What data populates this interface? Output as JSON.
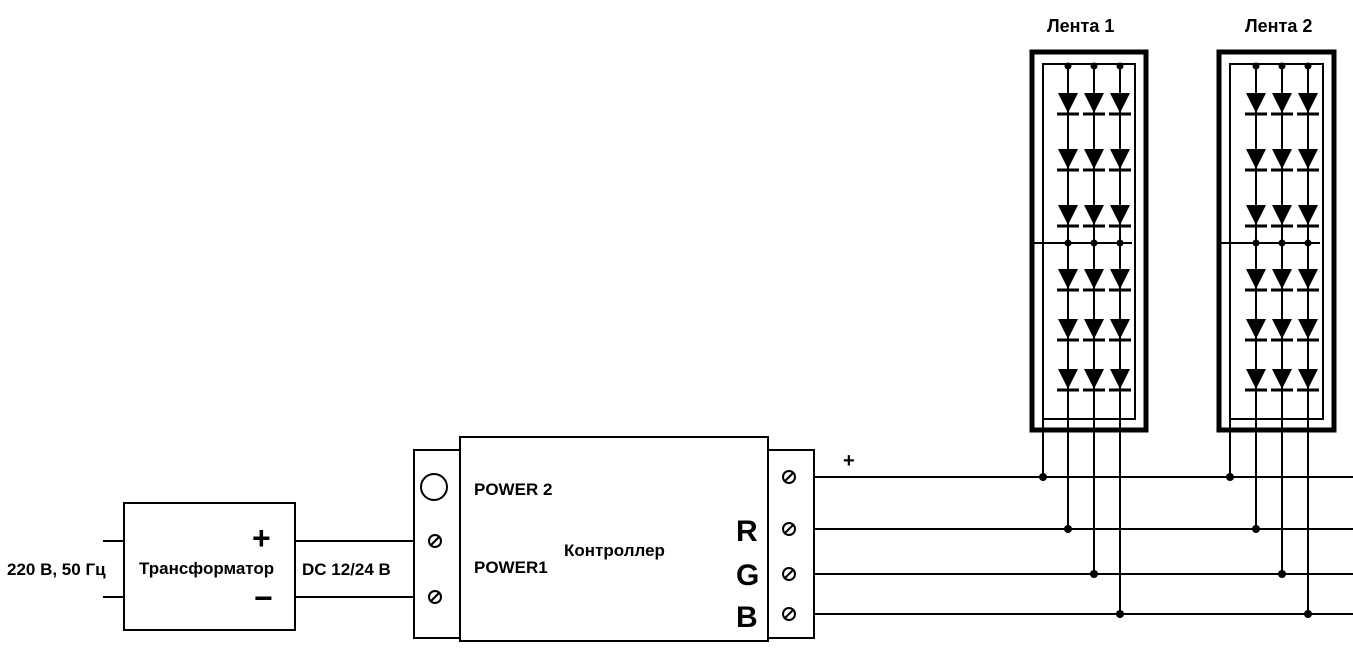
{
  "labels": {
    "mains": "220 В, 50 Гц",
    "transformer": "Трансформатор",
    "plus": "+",
    "minus": "−",
    "dc": "DC 12/24 В",
    "power2": "POWER 2",
    "power1": "POWER1",
    "controller": "Контроллер",
    "r": "R",
    "g": "G",
    "b": "B",
    "wire_plus": "+",
    "strip1": "Лента 1",
    "strip2": "Лента 2"
  },
  "colors": {
    "line": "#000000",
    "background": "#ffffff"
  },
  "strips": {
    "columns": 3,
    "leds_per_column": 6
  }
}
